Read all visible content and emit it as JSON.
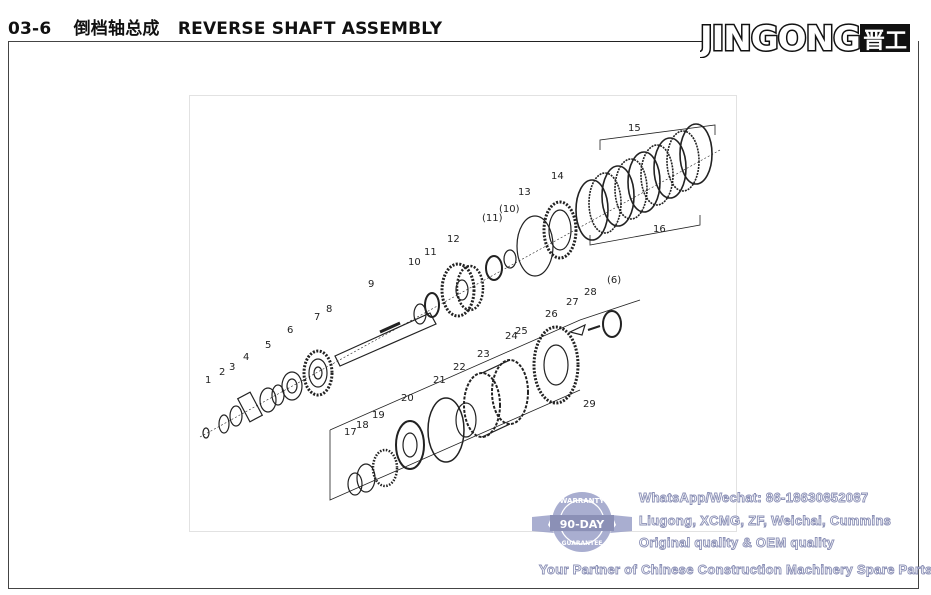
{
  "header": {
    "section_number": "03-6",
    "title_cn": "倒档轴总成",
    "title_en": "REVERSE SHAFT ASSEMBLY",
    "brand_text": "JINGONG",
    "brand_cn": "晋工"
  },
  "diagram": {
    "callouts": [
      "1",
      "2",
      "3",
      "4",
      "5",
      "6",
      "7",
      "8",
      "9",
      "10",
      "11",
      "12",
      "(11)",
      "(10)",
      "13",
      "14",
      "15",
      "16",
      "17",
      "18",
      "19",
      "20",
      "21",
      "22",
      "23",
      "24",
      "25",
      "26",
      "27",
      "28",
      "(6)",
      "29"
    ]
  },
  "watermark": {
    "badge_top": "WARRANTY",
    "badge_mid": "90-DAY",
    "badge_bottom": "GUARANTEE",
    "contact": "WhatsApp/Wechat: 86-18630852087",
    "brands": "Liugong, XCMG, ZF, Weichai, Cummins",
    "quality": "Original quality & OEM quality",
    "tagline": "Your Partner of Chinese Construction Machinery Spare Parts"
  },
  "colors": {
    "ink": "#222222",
    "watermark_outline": "#8b90b6",
    "badge_fill": "#9aa0c8"
  }
}
